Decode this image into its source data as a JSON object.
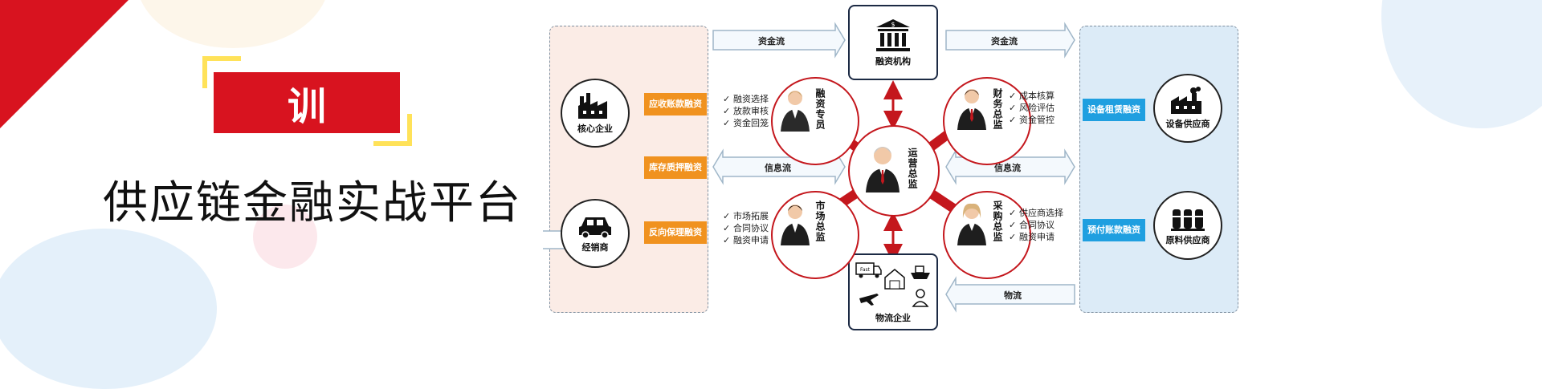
{
  "title": {
    "badge": "训",
    "main": "供应链金融实战平台"
  },
  "colors": {
    "brand_red": "#d8131f",
    "orange": "#f0921f",
    "blue": "#1f9fe0",
    "pink_panel": "#fbece6",
    "blue_panel": "#dcebf7"
  },
  "left_panel": {
    "core_enterprise": "核心企业",
    "distributor": "经销商",
    "tags": [
      "应收账款融资",
      "库存质押融资",
      "反向保理融资"
    ]
  },
  "right_panel": {
    "equipment_supplier": "设备供应商",
    "raw_material_supplier": "原料供应商",
    "tags": [
      "设备租赁融资",
      "预付账款融资"
    ]
  },
  "center": {
    "financial_institution": "融资机构",
    "operations_director": "运营总监",
    "logistics_company": "物流企业"
  },
  "flows": {
    "capital_left": "资金流",
    "capital_right": "资金流",
    "info_left": "信息流",
    "info_right": "信息流",
    "logistics": "物流"
  },
  "roles": {
    "finance_specialist": {
      "label": "融资专员",
      "items": [
        "融资选择",
        "放款审核",
        "资金回笼"
      ]
    },
    "finance_director": {
      "label": "财务总监",
      "items": [
        "成本核算",
        "风险评估",
        "资金管控"
      ]
    },
    "market_director": {
      "label": "市场总监",
      "items": [
        "市场拓展",
        "合同协议",
        "融资申请"
      ]
    },
    "purchase_director": {
      "label": "采购总监",
      "items": [
        "供应商选择",
        "合同协议",
        "融资申请"
      ]
    }
  },
  "icons": {
    "logistics_truck_text": "Fast"
  }
}
